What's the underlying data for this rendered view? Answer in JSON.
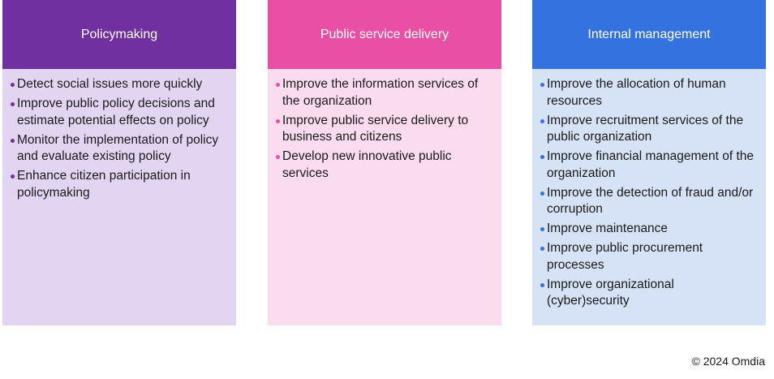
{
  "columns": [
    {
      "title": "Policymaking",
      "header_color": "#7030a0",
      "body_color": "#e1d5f2",
      "bullet_color": "#7030a0",
      "items": [
        "Detect social issues more quickly",
        "Improve public policy decisions and estimate potential effects on policy",
        "Monitor the implementation of policy and evaluate existing policy",
        "Enhance citizen participation in policymaking"
      ]
    },
    {
      "title": "Public service delivery",
      "header_color": "#ea4fa6",
      "body_color": "#fbdcef",
      "bullet_color": "#ea4fa6",
      "items": [
        "Improve the information services of the organization",
        "Improve public service delivery to business and citizens",
        "Develop new innovative public services"
      ]
    },
    {
      "title": "Internal management",
      "header_color": "#3472e0",
      "body_color": "#d6e2f6",
      "bullet_color": "#3472e0",
      "items": [
        "Improve the allocation of human resources",
        "Improve recruitment services of the public organization",
        "Improve financial management of the organization",
        "Improve the detection of fraud and/or corruption",
        "Improve maintenance",
        "Improve public procurement processes",
        "Improve organizational (cyber)security"
      ]
    }
  ],
  "footer": {
    "copyright": "© 2024 Omdia"
  }
}
